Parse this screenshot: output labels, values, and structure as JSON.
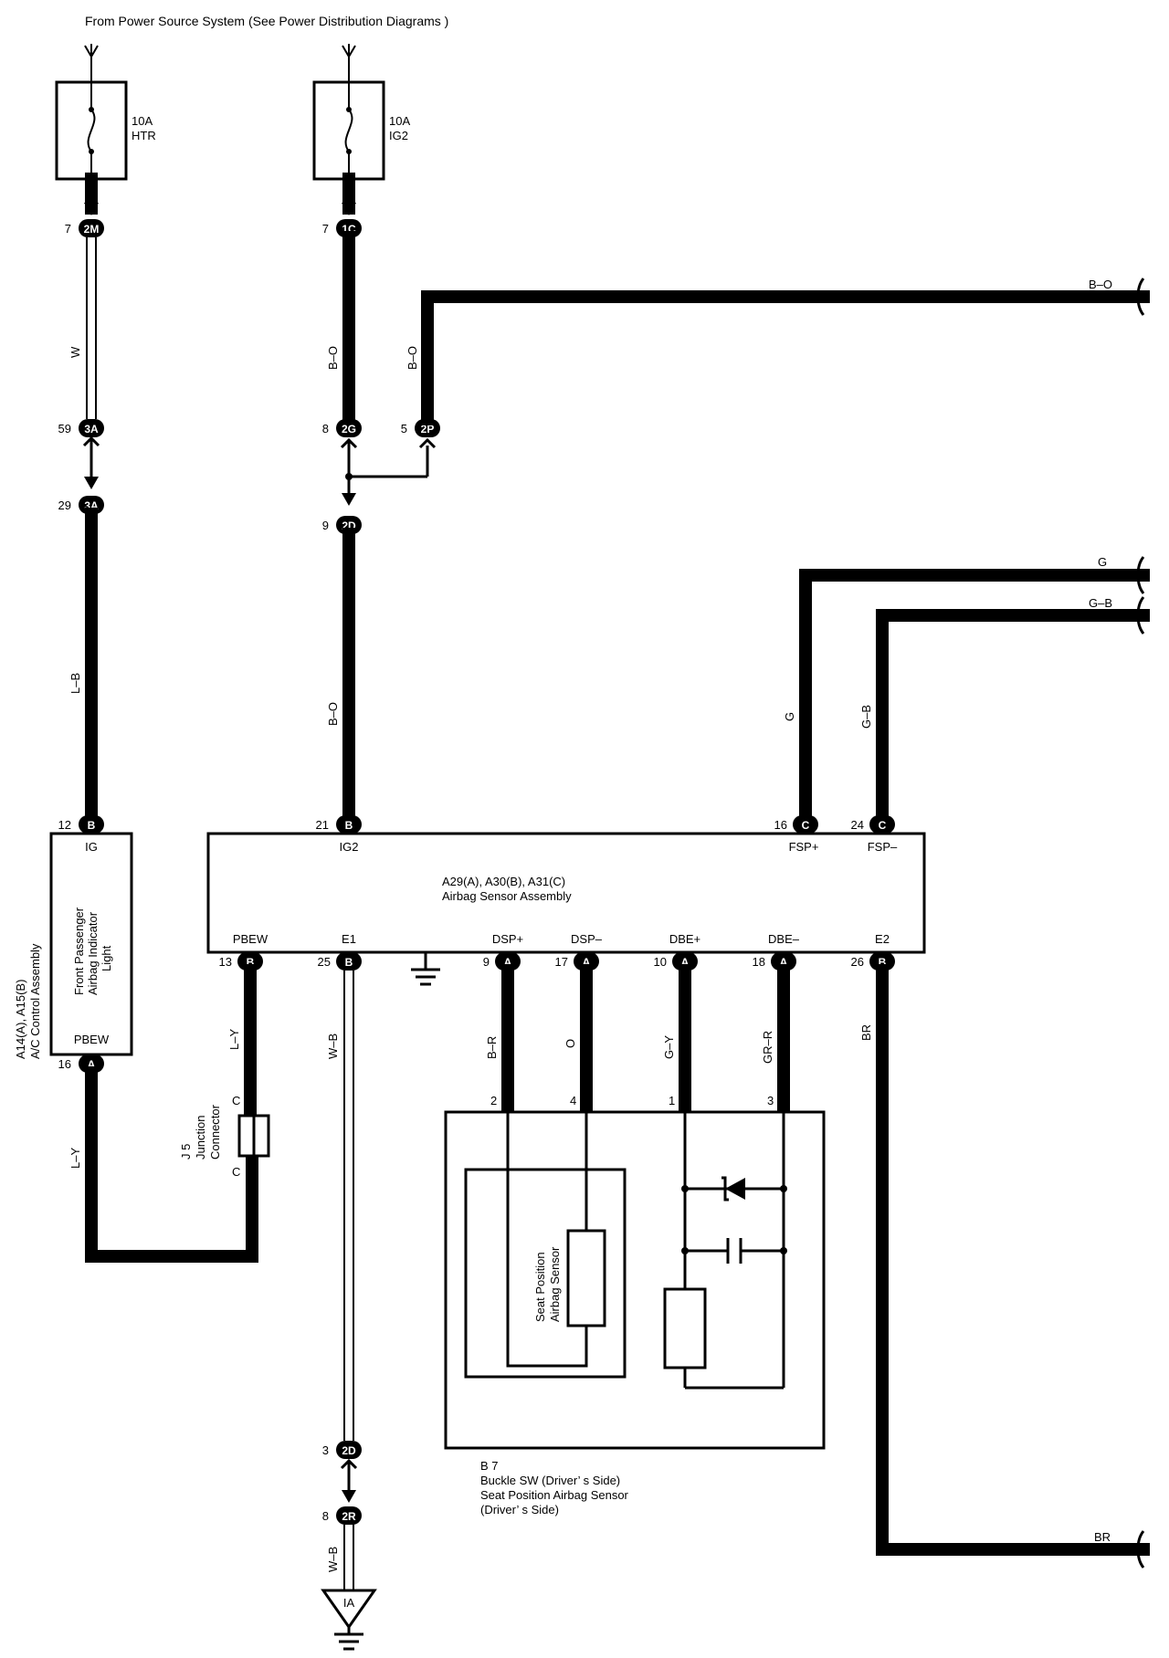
{
  "source_note": "From Power Source System (See Power Distribution Diagrams )",
  "fuses": [
    {
      "amps": "10A",
      "name": "HTR"
    },
    {
      "amps": "10A",
      "name": "IG2"
    }
  ],
  "connectors": {
    "c2M": {
      "pin": "7",
      "code": "2M"
    },
    "c1C": {
      "pin": "7",
      "code": "1C"
    },
    "c3A_top": {
      "pin": "59",
      "code": "3A"
    },
    "c3A_bot": {
      "pin": "29",
      "code": "3A"
    },
    "c2G": {
      "pin": "8",
      "code": "2G"
    },
    "c2P": {
      "pin": "5",
      "code": "2P"
    },
    "c2D_top": {
      "pin": "9",
      "code": "2D"
    },
    "c2D_bot": {
      "pin": "3",
      "code": "2D"
    },
    "c2R": {
      "pin": "8",
      "code": "2R"
    },
    "ind_ig": {
      "pin": "12",
      "code": "B"
    },
    "ind_pbew": {
      "pin": "16",
      "code": "A"
    },
    "as_ig2": {
      "pin": "21",
      "code": "B"
    },
    "as_fspp": {
      "pin": "16",
      "code": "C"
    },
    "as_fspm": {
      "pin": "24",
      "code": "C"
    },
    "as_pbew": {
      "pin": "13",
      "code": "B"
    },
    "as_e1": {
      "pin": "25",
      "code": "B"
    },
    "as_dspp": {
      "pin": "9",
      "code": "A"
    },
    "as_dspm": {
      "pin": "17",
      "code": "A"
    },
    "as_dbep": {
      "pin": "10",
      "code": "A"
    },
    "as_dbem": {
      "pin": "18",
      "code": "A"
    },
    "as_e2": {
      "pin": "26",
      "code": "B"
    }
  },
  "wires": {
    "w_white": "W",
    "w_lb": "L–B",
    "w_bo1": "B–O",
    "w_bo2": "B–O",
    "w_bo3": "B–O",
    "w_bo_out": "B–O",
    "w_g": "G",
    "w_g_out": "G",
    "w_gb": "G–B",
    "w_gb_out": "G–B",
    "w_ly1": "L–Y",
    "w_ly2": "L–Y",
    "w_wb1": "W–B",
    "w_wb2": "W–B",
    "w_br_wire": "B–R",
    "w_o": "O",
    "w_gy": "G–Y",
    "w_grr": "GR–R",
    "w_br": "BR",
    "w_br_out": "BR"
  },
  "indicator": {
    "ig": "IG",
    "pbew": "PBEW",
    "body_line1": "Front Passenger",
    "body_line2": "Airbag Indicator",
    "body_line3": "Light",
    "ref_line1": "A14(A), A15(B)",
    "ref_line2": "A/C Control Assembly"
  },
  "airbag_sensor": {
    "ref": "A29(A), A30(B), A31(C)",
    "name": "Airbag Sensor Assembly",
    "ig2": "IG2",
    "fspp": "FSP+",
    "fspm": "FSP–",
    "pbew": "PBEW",
    "e1": "E1",
    "dspp": "DSP+",
    "dspm": "DSP–",
    "dbep": "DBE+",
    "dbem": "DBE–",
    "e2": "E2"
  },
  "junction": {
    "pin_top": "C",
    "pin_bot": "C",
    "ref": "J 5",
    "name_line1": "Junction",
    "name_line2": "Connector"
  },
  "buckle": {
    "pin2": "2",
    "pin4": "4",
    "pin1": "1",
    "pin3": "3",
    "sensor_line1": "Seat Position",
    "sensor_line2": "Airbag Sensor",
    "ref": "B 7",
    "name_line1": "Buckle SW (Driver’ s Side)",
    "name_line2": "Seat Position Airbag Sensor",
    "name_line3": "(Driver’ s Side)"
  },
  "ground": {
    "code": "IA"
  }
}
